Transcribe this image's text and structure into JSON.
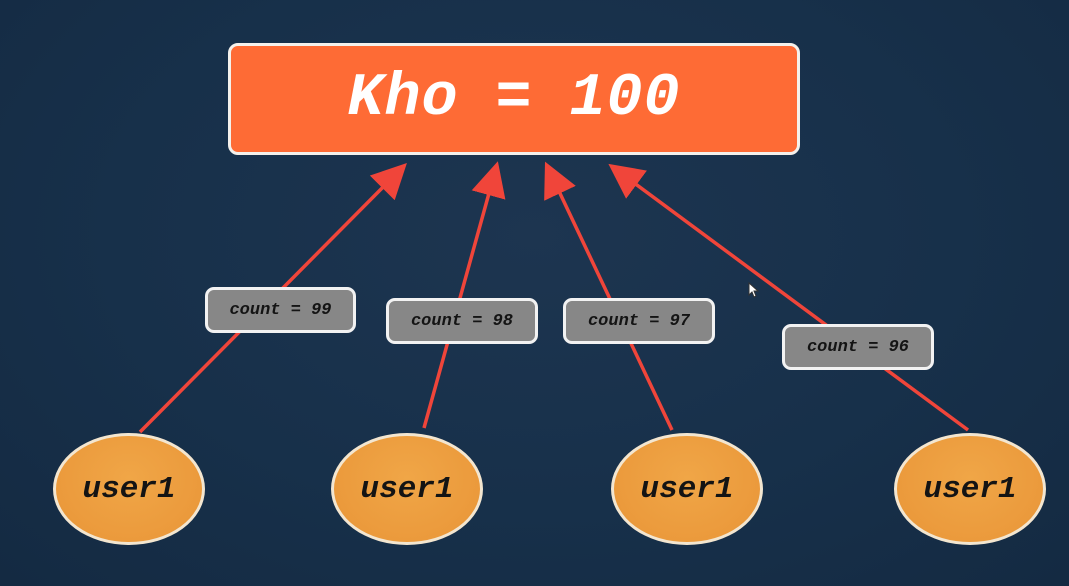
{
  "header": {
    "title": "Kho = 100"
  },
  "labels": [
    {
      "text": "count = 99"
    },
    {
      "text": "count = 98"
    },
    {
      "text": "count = 97"
    },
    {
      "text": "count = 96"
    }
  ],
  "users": [
    {
      "label": "user1"
    },
    {
      "label": "user1"
    },
    {
      "label": "user1"
    },
    {
      "label": "user1"
    }
  ],
  "colors": {
    "background": "#17304a",
    "main_box": "#fe6b35",
    "arrow": "#f0453a",
    "label_box": "#878787",
    "user_node": "#eb9a3c"
  }
}
